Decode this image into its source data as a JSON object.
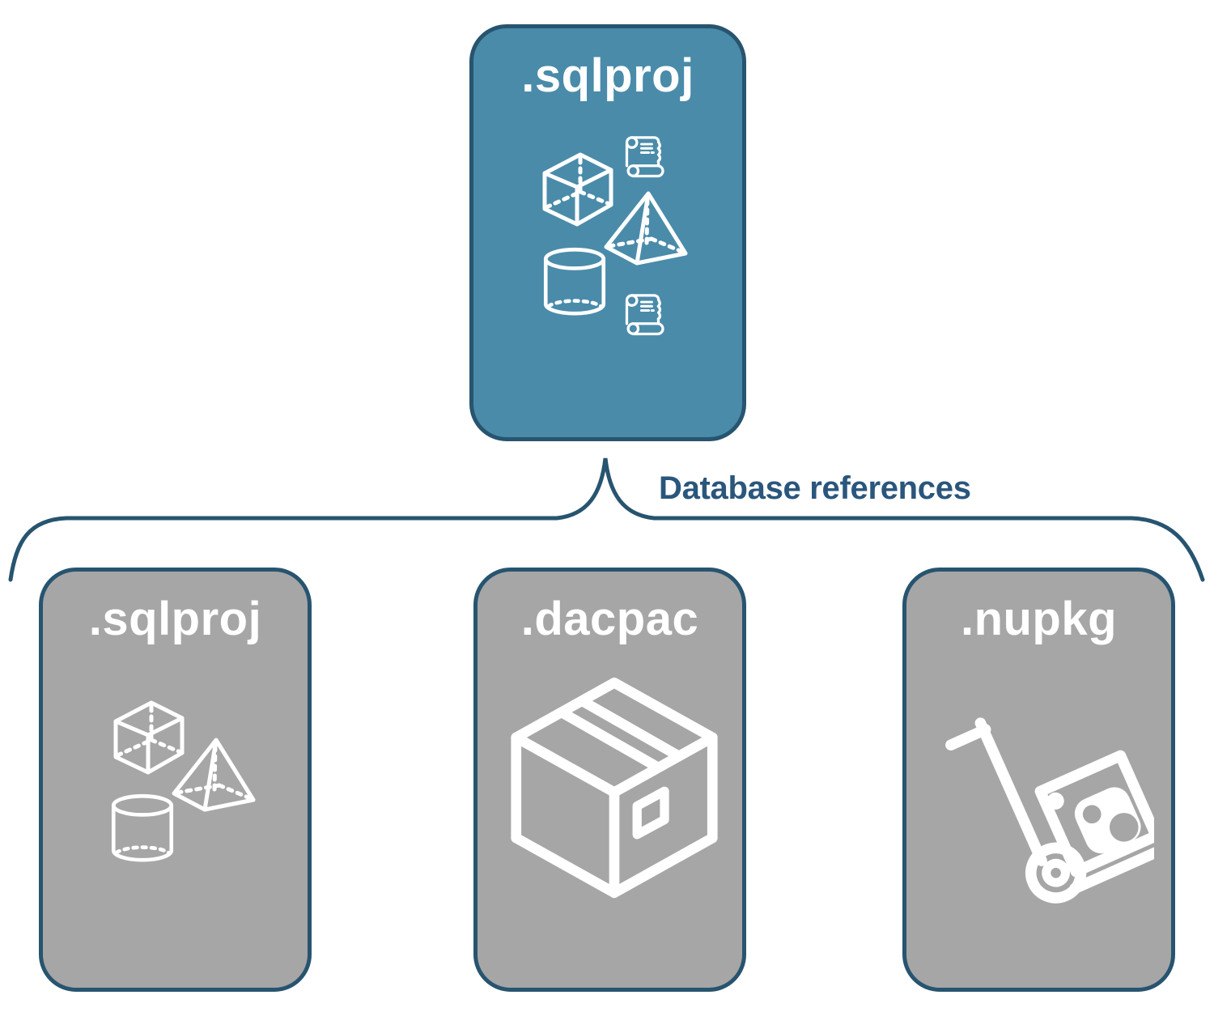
{
  "root_card": {
    "label": ".sqlproj",
    "icons": [
      "script-scroll-icon",
      "cube-icon",
      "pyramid-icon",
      "cylinder-icon",
      "script-scroll-icon"
    ]
  },
  "connector": {
    "label": "Database references"
  },
  "child_cards": [
    {
      "label": ".sqlproj",
      "icons": [
        "cube-icon",
        "pyramid-icon",
        "cylinder-icon"
      ]
    },
    {
      "label": ".dacpac",
      "icons": [
        "package-box-icon"
      ]
    },
    {
      "label": ".nupkg",
      "icons": [
        "hand-truck-package-icon"
      ]
    }
  ],
  "colors": {
    "root_fill": "#4a8baa",
    "child_fill": "#a6a6a6",
    "outline": "#27546f",
    "connector_text": "#2a567c",
    "icon_stroke": "#ffffff"
  }
}
